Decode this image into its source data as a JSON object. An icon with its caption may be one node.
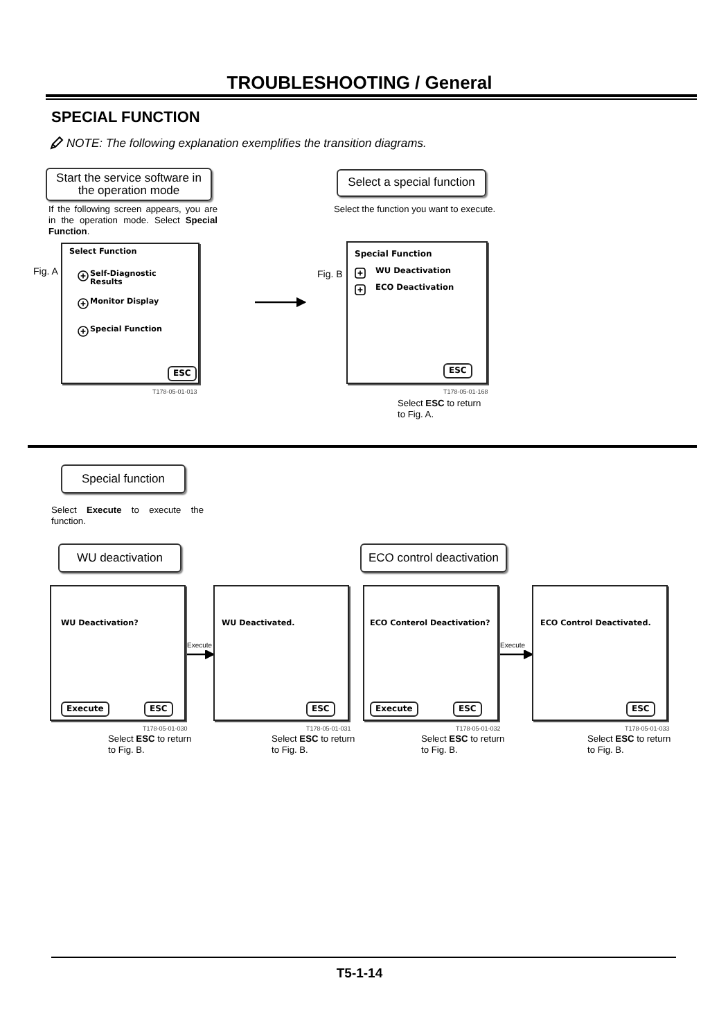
{
  "diagram": {
    "title": "TROUBLESHOOTING / General",
    "nodes": [
      {
        "text": [
          "Start the service software in the operation mode"
        ]
      },
      {
        "text": [
          "Select a special function"
        ]
      },
      {
        "text": [
          "Select Function",
          "Self-Diagnostic Results",
          "Monitor Display",
          "Special Function",
          "ESC"
        ],
        "beside": [
          "Fig. A",
          "T178-05-01-013"
        ]
      },
      {
        "text": [
          "Special Function",
          "WU Deactivation",
          "ECO Deactivation",
          "ESC"
        ],
        "beside": [
          "Fig. B",
          "T178-05-01-168"
        ]
      },
      {
        "text": [
          "Special function"
        ]
      },
      {
        "text": [
          "WU deactivation"
        ]
      },
      {
        "text": [
          "ECO control deactivation"
        ]
      },
      {
        "text": [
          "WU Deactivation?",
          "Execute",
          "ESC"
        ],
        "beside": [
          "T178-05-01-030"
        ]
      },
      {
        "text": [
          "WU Deactivated.",
          "ESC"
        ],
        "beside": [
          "T178-05-01-031"
        ]
      },
      {
        "text": [
          "ECO Conterol Deactivation?",
          "Execute",
          "ESC"
        ],
        "beside": [
          "T178-05-01-032"
        ]
      },
      {
        "text": [
          "ECO Control Deactivated.",
          "ESC"
        ],
        "beside": [
          "T178-05-01-033"
        ]
      }
    ],
    "edges": [
      {
        "from": 2,
        "to": 3,
        "arrow": "to"
      },
      {
        "from": 7,
        "to": 8,
        "arrow": "to",
        "label": "Execute"
      },
      {
        "from": 9,
        "to": 10,
        "arrow": "to",
        "label": "Execute"
      }
    ],
    "labels": [
      "SPECIAL FUNCTION",
      "NOTE: The following explanation exemplifies the transition diagrams.",
      "If the following screen appears, you are in the operation mode. Select **Special Function**.",
      "Select the function you want to execute.",
      "Select **ESC** to return to Fig. A.",
      "Select **Execute** to execute the function.",
      "Select **ESC** to return to Fig. B.",
      "Select **ESC** to return to Fig. B.",
      "Select **ESC** to return to Fig. B.",
      "Select **ESC** to return to Fig. B.",
      "T5-1-14"
    ]
  }
}
